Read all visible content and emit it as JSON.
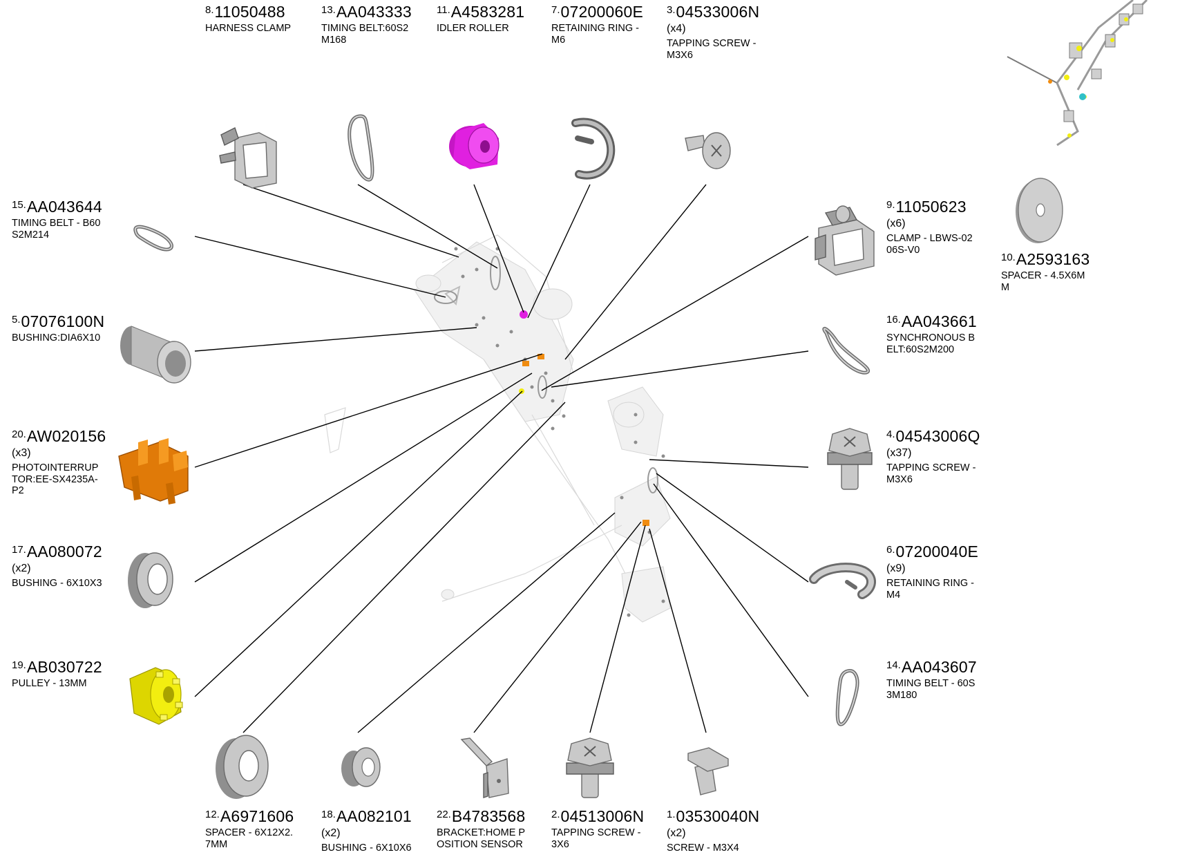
{
  "parts": [
    {
      "id": "p8",
      "num": "8.",
      "pn": "11050488",
      "qty": "",
      "desc": "HARNESS CLAMP"
    },
    {
      "id": "p13",
      "num": "13.",
      "pn": "AA043333",
      "qty": "",
      "desc": "TIMING BELT:60S2\nM168"
    },
    {
      "id": "p11",
      "num": "11.",
      "pn": "A4583281",
      "qty": "",
      "desc": "IDLER ROLLER"
    },
    {
      "id": "p7",
      "num": "7.",
      "pn": "07200060E",
      "qty": "",
      "desc": "RETAINING RING -\nM6"
    },
    {
      "id": "p3",
      "num": "3.",
      "pn": "04533006N",
      "qty": "(x4)",
      "desc": "TAPPING SCREW -\n M3X6"
    },
    {
      "id": "p15",
      "num": "15.",
      "pn": "AA043644",
      "qty": "",
      "desc": "TIMING BELT - B60\nS2M214"
    },
    {
      "id": "p5",
      "num": "5.",
      "pn": "07076100N",
      "qty": "",
      "desc": "BUSHING:DIA6X10"
    },
    {
      "id": "p20",
      "num": "20.",
      "pn": "AW020156",
      "qty": "(x3)",
      "desc": "PHOTOINTERRUP\nTOR:EE-SX4235A-\nP2"
    },
    {
      "id": "p17",
      "num": "17.",
      "pn": "AA080072",
      "qty": "(x2)",
      "desc": "BUSHING - 6X10X3"
    },
    {
      "id": "p19",
      "num": "19.",
      "pn": "AB030722",
      "qty": "",
      "desc": "PULLEY - 13MM"
    },
    {
      "id": "p9",
      "num": "9.",
      "pn": "11050623",
      "qty": "(x6)",
      "desc": "CLAMP - LBWS-02\n06S-V0"
    },
    {
      "id": "p10",
      "num": "10.",
      "pn": "A2593163",
      "qty": "",
      "desc": "SPACER - 4.5X6M\nM"
    },
    {
      "id": "p16",
      "num": "16.",
      "pn": "AA043661",
      "qty": "",
      "desc": "SYNCHRONOUS B\nELT:60S2M200"
    },
    {
      "id": "p4",
      "num": "4.",
      "pn": "04543006Q",
      "qty": "(x37)",
      "desc": "TAPPING SCREW -\n M3X6"
    },
    {
      "id": "p6",
      "num": "6.",
      "pn": "07200040E",
      "qty": "(x9)",
      "desc": "RETAINING RING -\nM4"
    },
    {
      "id": "p14",
      "num": "14.",
      "pn": "AA043607",
      "qty": "",
      "desc": "TIMING BELT - 60S\n3M180"
    },
    {
      "id": "p12",
      "num": "12.",
      "pn": "A6971606",
      "qty": "",
      "desc": "SPACER - 6X12X2.\n7MM"
    },
    {
      "id": "p18",
      "num": "18.",
      "pn": "AA082101",
      "qty": "(x2)",
      "desc": "BUSHING - 6X10X6"
    },
    {
      "id": "p22",
      "num": "22.",
      "pn": "B4783568",
      "qty": "",
      "desc": "BRACKET:HOME P\nOSITION SENSOR"
    },
    {
      "id": "p2",
      "num": "2.",
      "pn": "04513006N",
      "qty": "",
      "desc": "TAPPING SCREW -\n 3X6"
    },
    {
      "id": "p1",
      "num": "1.",
      "pn": "03530040N",
      "qty": "(x2)",
      "desc": "SCREW - M3X4"
    }
  ],
  "colors": {
    "idler_roller": "#e020e0",
    "photointerrupter": "#f08c10",
    "pulley": "#f2ee10",
    "part_grey": "#c9c9c9",
    "leader": "#000000"
  },
  "icons": {
    "p8": "harness-clamp-icon",
    "p13": "timing-belt-icon",
    "p11": "idler-roller-icon",
    "p7": "retaining-ring-icon",
    "p3": "tapping-screw-icon",
    "p15": "timing-belt-icon",
    "p5": "bushing-icon",
    "p20": "photointerrupter-icon",
    "p17": "bushing-icon",
    "p19": "pulley-icon",
    "p9": "clamp-icon",
    "p10": "spacer-washer-icon",
    "p16": "synchronous-belt-icon",
    "p4": "tapping-screw-icon",
    "p6": "retaining-ring-icon",
    "p14": "timing-belt-icon",
    "p12": "spacer-icon",
    "p18": "bushing-icon",
    "p22": "bracket-icon",
    "p2": "tapping-screw-icon",
    "p1": "screw-icon"
  }
}
